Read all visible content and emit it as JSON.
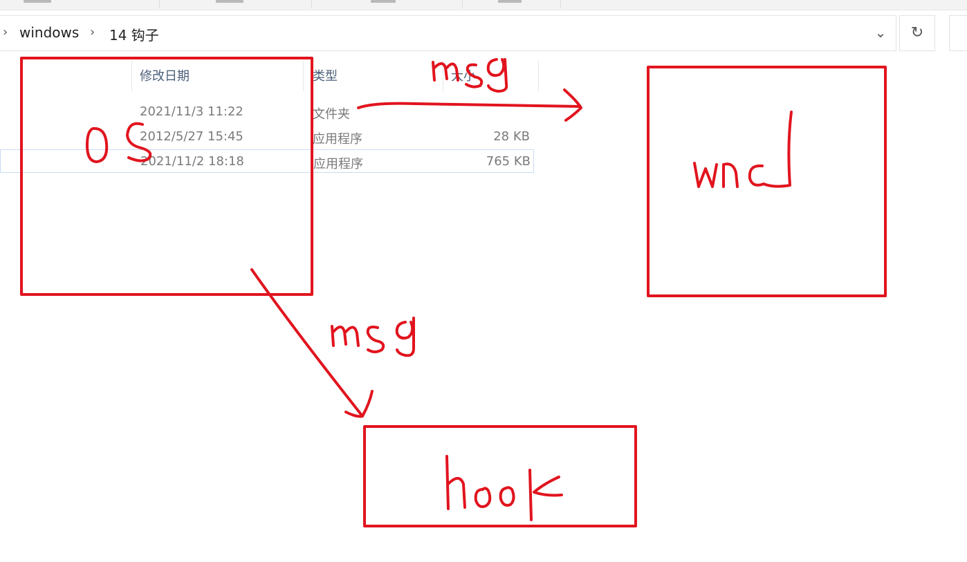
{
  "breadcrumb": {
    "items": [
      "windows",
      "14 钩子"
    ]
  },
  "columns": {
    "date_modified": "修改日期",
    "type": "类型",
    "size": "大小"
  },
  "files": [
    {
      "date": "2021/11/3 11:22",
      "type": "文件夹",
      "size": ""
    },
    {
      "date": "2012/5/27 15:45",
      "type": "应用程序",
      "size": "28 KB"
    },
    {
      "date": "2021/11/2 18:18",
      "type": "应用程序",
      "size": "765 KB",
      "selected": true
    }
  ],
  "annotations": {
    "box_os": "os",
    "box_wnd": "wnd",
    "box_hook": "hook",
    "arrow_label_top": "msg",
    "arrow_label_bottom": "msg",
    "ink_color": "#e1141e"
  },
  "icons": {
    "chevron": "chevron-right-icon",
    "history": "chevron-down-icon",
    "refresh": "refresh-icon"
  }
}
